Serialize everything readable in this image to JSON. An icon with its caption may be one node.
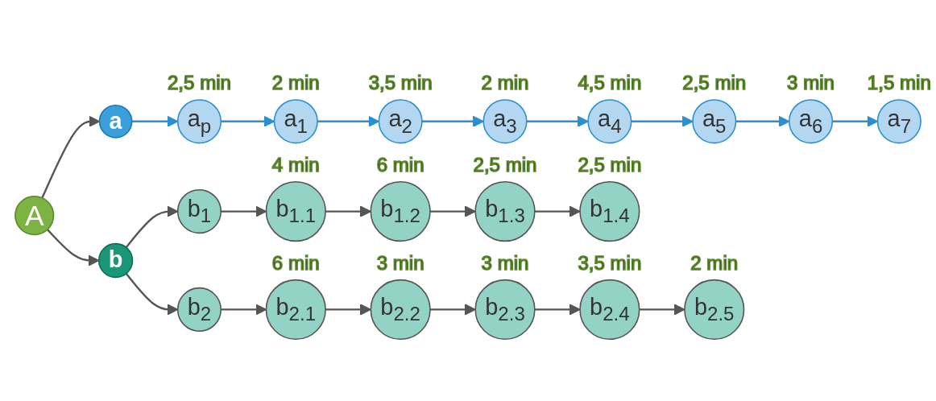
{
  "diagram": {
    "nodes": [
      {
        "text": [
          "A"
        ]
      },
      {
        "text": [
          "a"
        ]
      },
      {
        "text": [
          "a$_{p}$"
        ],
        "beside": [
          "2,5 min"
        ]
      },
      {
        "text": [
          "a$_{1}$"
        ],
        "beside": [
          "2 min"
        ]
      },
      {
        "text": [
          "a$_{2}$"
        ],
        "beside": [
          "3,5 min"
        ]
      },
      {
        "text": [
          "a$_{3}$"
        ],
        "beside": [
          "2 min"
        ]
      },
      {
        "text": [
          "a$_{4}$"
        ],
        "beside": [
          "4,5 min"
        ]
      },
      {
        "text": [
          "a$_{5}$"
        ],
        "beside": [
          "2,5 min"
        ]
      },
      {
        "text": [
          "a$_{6}$"
        ],
        "beside": [
          "3 min"
        ]
      },
      {
        "text": [
          "a$_{7}$"
        ],
        "beside": [
          "1,5 min"
        ]
      },
      {
        "text": [
          "b"
        ]
      },
      {
        "text": [
          "b$_{1}$"
        ]
      },
      {
        "text": [
          "b$_{1.1}$"
        ],
        "beside": [
          "4 min"
        ]
      },
      {
        "text": [
          "b$_{1.2}$"
        ],
        "beside": [
          "6 min"
        ]
      },
      {
        "text": [
          "b$_{1.3}$"
        ],
        "beside": [
          "2,5 min"
        ]
      },
      {
        "text": [
          "b$_{1.4}$"
        ],
        "beside": [
          "2,5 min"
        ]
      },
      {
        "text": [
          "b$_{2}$"
        ]
      },
      {
        "text": [
          "b$_{2.1}$"
        ],
        "beside": [
          "6 min"
        ]
      },
      {
        "text": [
          "b$_{2.2}$"
        ],
        "beside": [
          "3 min"
        ]
      },
      {
        "text": [
          "b$_{2.3}$"
        ],
        "beside": [
          "3 min"
        ]
      },
      {
        "text": [
          "b$_{2.4}$"
        ],
        "beside": [
          "3,5 min"
        ]
      },
      {
        "text": [
          "b$_{2.5}$"
        ],
        "beside": [
          "2 min"
        ]
      }
    ],
    "edges": [
      {
        "from": 0,
        "to": 1,
        "arrow": "to"
      },
      {
        "from": 0,
        "to": 10,
        "arrow": "to"
      },
      {
        "from": 1,
        "to": 2,
        "arrow": "to",
        "color": "#2b8fd0"
      },
      {
        "from": 2,
        "to": 3,
        "arrow": "to",
        "color": "#2b8fd0"
      },
      {
        "from": 3,
        "to": 4,
        "arrow": "to",
        "color": "#2b8fd0"
      },
      {
        "from": 4,
        "to": 5,
        "arrow": "to",
        "color": "#2b8fd0"
      },
      {
        "from": 5,
        "to": 6,
        "arrow": "to",
        "color": "#2b8fd0"
      },
      {
        "from": 6,
        "to": 7,
        "arrow": "to",
        "color": "#2b8fd0"
      },
      {
        "from": 7,
        "to": 8,
        "arrow": "to",
        "color": "#2b8fd0"
      },
      {
        "from": 8,
        "to": 9,
        "arrow": "to",
        "color": "#2b8fd0"
      },
      {
        "from": 10,
        "to": 11,
        "arrow": "to"
      },
      {
        "from": 10,
        "to": 16,
        "arrow": "to"
      },
      {
        "from": 11,
        "to": 12,
        "arrow": "to"
      },
      {
        "from": 12,
        "to": 13,
        "arrow": "to"
      },
      {
        "from": 13,
        "to": 14,
        "arrow": "to"
      },
      {
        "from": 14,
        "to": 15,
        "arrow": "to"
      },
      {
        "from": 16,
        "to": 17,
        "arrow": "to"
      },
      {
        "from": 17,
        "to": 18,
        "arrow": "to"
      },
      {
        "from": 18,
        "to": 19,
        "arrow": "to"
      },
      {
        "from": 19,
        "to": 20,
        "arrow": "to"
      },
      {
        "from": 20,
        "to": 21,
        "arrow": "to"
      }
    ]
  }
}
